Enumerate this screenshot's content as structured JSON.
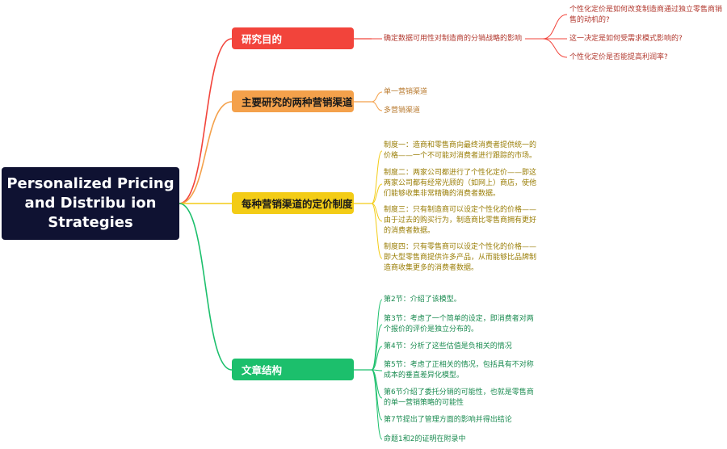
{
  "root": {
    "title": "Personalized Pricing\nand Distribu ion\nStrategies"
  },
  "colors": {
    "root": "#0f1232",
    "t1": "#f2443b",
    "t2": "#f4a14b",
    "t3": "#f3cc16",
    "t4": "#1cbf6c"
  },
  "topics": [
    {
      "label": "研究目的"
    },
    {
      "label": "主要研究的两种营销渠道"
    },
    {
      "label": "每种营销渠道的定价制度"
    },
    {
      "label": "文章结构"
    }
  ],
  "t1": {
    "child": "确定数据可用性对制造商的分销战略的影响",
    "subs": [
      "个性化定价是如何改变制造商通过独立零售商销\n售的动机的?",
      "这一决定是如何受需求模式影响的?",
      "个性化定价是否能提高利润率?"
    ]
  },
  "t2": {
    "children": [
      "单一营销渠道",
      "多营销渠道"
    ]
  },
  "t3": {
    "children": [
      "制度一：造商和零售商向最终消费者提供统一的\n价格——一个不可能对消费者进行跟踪的市场。",
      "制度二：两家公司都进行了个性化定价——即这\n两家公司都有经常光顾的（如网上）商店，使他\n们能够收集非常精确的消费者数据。",
      "制度三：只有制造商可以设定个性化的价格——\n由于过去的购买行为，制造商比零售商拥有更好\n的消费者数据。",
      "制度四：只有零售商可以设定个性化的价格——\n即大型零售商提供许多产品，从而能够比品牌制\n造商收集更多的消费者数据。"
    ]
  },
  "t4": {
    "children": [
      "第2节：介绍了该模型。",
      "第3节：考虑了一个简单的设定，即消费者对两\n个报价的评价是独立分布的。",
      "第4节：分析了这些估值是负相关的情况",
      "第5节：考虑了正相关的情况，包括具有不对称\n成本的垂直差异化模型。",
      "第6节介绍了委托分销的可能性，也就是零售商\n的单一营销策略的可能性",
      "第7节提出了管理方面的影响并得出结论",
      "命题1和2的证明在附录中"
    ]
  }
}
